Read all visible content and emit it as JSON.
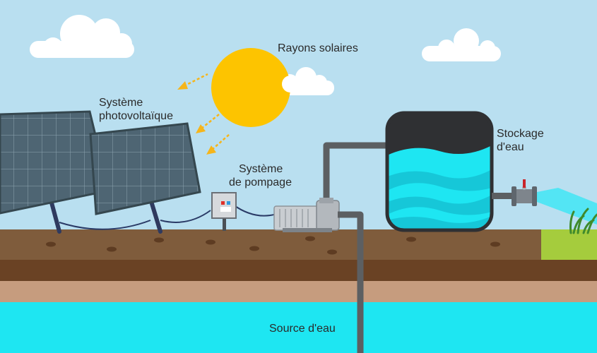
{
  "labels": {
    "sun": "Rayons solaires",
    "pv_line1": "Système",
    "pv_line2": "photovoltaïque",
    "pump_line1": "Système",
    "pump_line2": "de pompage",
    "storage_line1": "Stockage",
    "storage_line2": "d'eau",
    "source": "Source d'eau"
  },
  "colors": {
    "sky": "#b9dff0",
    "sun": "#fdc400",
    "panel": "#4d6472",
    "topsoil": "#7f5c3c",
    "subsoil": "#6a4224",
    "sand": "#c69c7e",
    "water": "#1ee6f2",
    "pipe": "#5c5f62",
    "grass": "#a5cc3d"
  }
}
